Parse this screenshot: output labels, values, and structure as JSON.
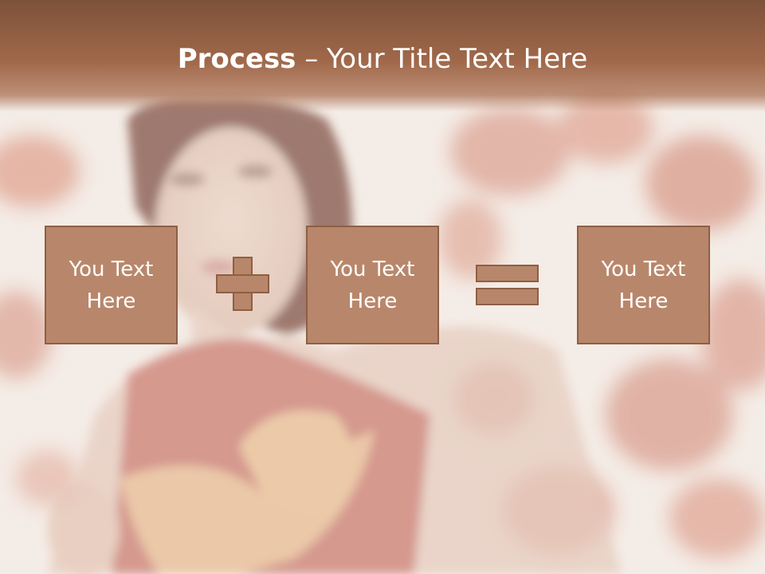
{
  "slide": {
    "title_bold": "Process",
    "title_rest": " – Your Title Text Here",
    "boxes": [
      {
        "label": "You Text Here"
      },
      {
        "label": "You Text Here"
      },
      {
        "label": "You Text Here"
      }
    ],
    "operators": [
      "plus",
      "equals"
    ],
    "colors": {
      "title_bar": "#8b5a40",
      "box_fill": "#b8876b",
      "box_border": "#8e5f44",
      "text": "#ffffff"
    },
    "icons": [
      "plus-icon",
      "equals-icon"
    ]
  }
}
